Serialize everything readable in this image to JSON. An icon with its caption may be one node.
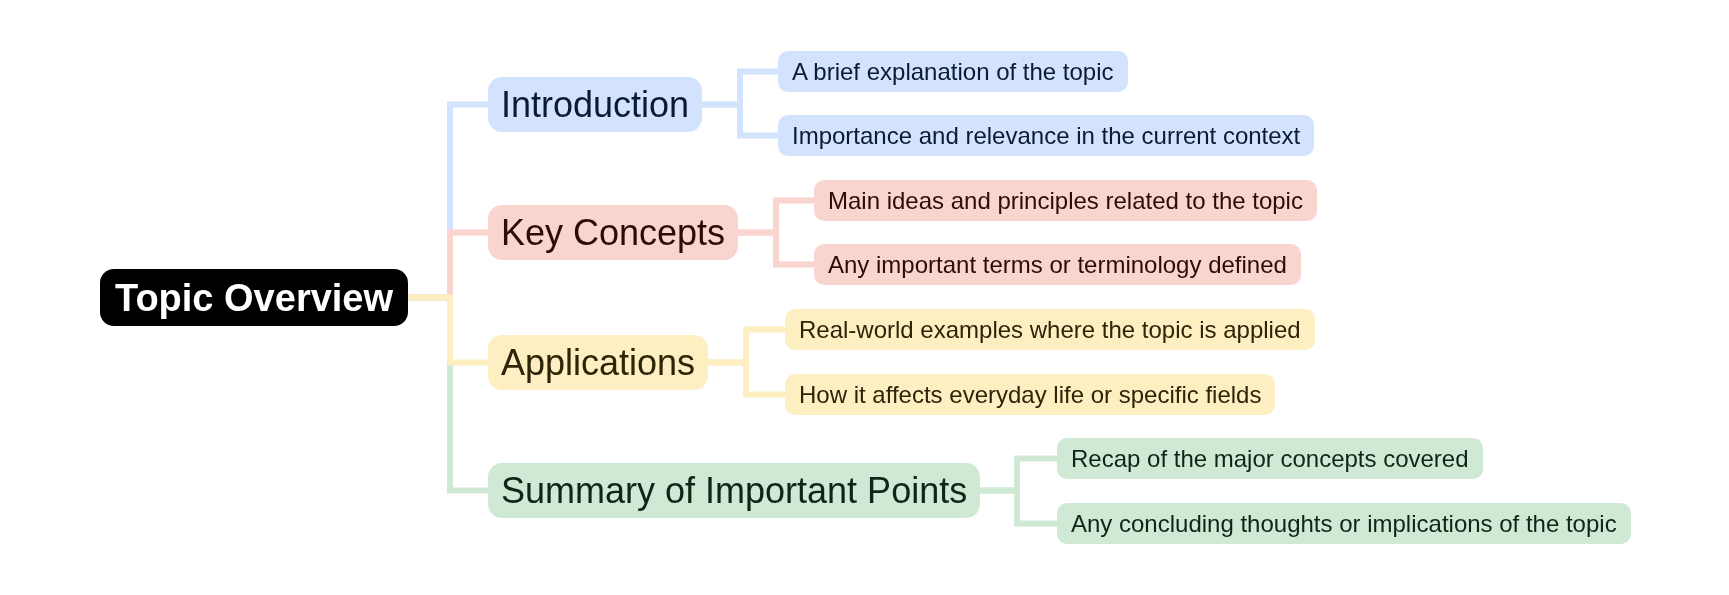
{
  "diagram": {
    "nodes": [
      {
        "text": [
          "Topic Overview"
        ]
      },
      {
        "text": [
          "Introduction"
        ]
      },
      {
        "text": [
          "A brief explanation of the topic"
        ]
      },
      {
        "text": [
          "Importance and relevance in the current context"
        ]
      },
      {
        "text": [
          "Key Concepts"
        ]
      },
      {
        "text": [
          "Main ideas and principles related to the topic"
        ]
      },
      {
        "text": [
          "Any important terms or terminology defined"
        ]
      },
      {
        "text": [
          "Applications"
        ]
      },
      {
        "text": [
          "Real-world examples where the topic is applied"
        ]
      },
      {
        "text": [
          "How it affects everyday life or specific fields"
        ]
      },
      {
        "text": [
          "Summary of Important Points"
        ]
      },
      {
        "text": [
          "Recap of the major concepts covered"
        ]
      },
      {
        "text": [
          "Any concluding thoughts or implications of the topic"
        ]
      }
    ],
    "edges": [
      {
        "from": 0,
        "to": 1,
        "arrow": "none",
        "color": "#d3e3fd"
      },
      {
        "from": 0,
        "to": 4,
        "arrow": "none",
        "color": "#fad4cf"
      },
      {
        "from": 0,
        "to": 7,
        "arrow": "none",
        "color": "#fdefc2"
      },
      {
        "from": 0,
        "to": 10,
        "arrow": "none",
        "color": "#cfe9d5"
      },
      {
        "from": 1,
        "to": 2,
        "arrow": "none",
        "color": "#d3e3fd"
      },
      {
        "from": 1,
        "to": 3,
        "arrow": "none",
        "color": "#d3e3fd"
      },
      {
        "from": 4,
        "to": 5,
        "arrow": "none",
        "color": "#fad4cf"
      },
      {
        "from": 4,
        "to": 6,
        "arrow": "none",
        "color": "#fad4cf"
      },
      {
        "from": 7,
        "to": 8,
        "arrow": "none",
        "color": "#fdefc2"
      },
      {
        "from": 7,
        "to": 9,
        "arrow": "none",
        "color": "#fdefc2"
      },
      {
        "from": 10,
        "to": 11,
        "arrow": "none",
        "color": "#cfe9d5"
      },
      {
        "from": 10,
        "to": 12,
        "arrow": "none",
        "color": "#cfe9d5"
      }
    ]
  }
}
